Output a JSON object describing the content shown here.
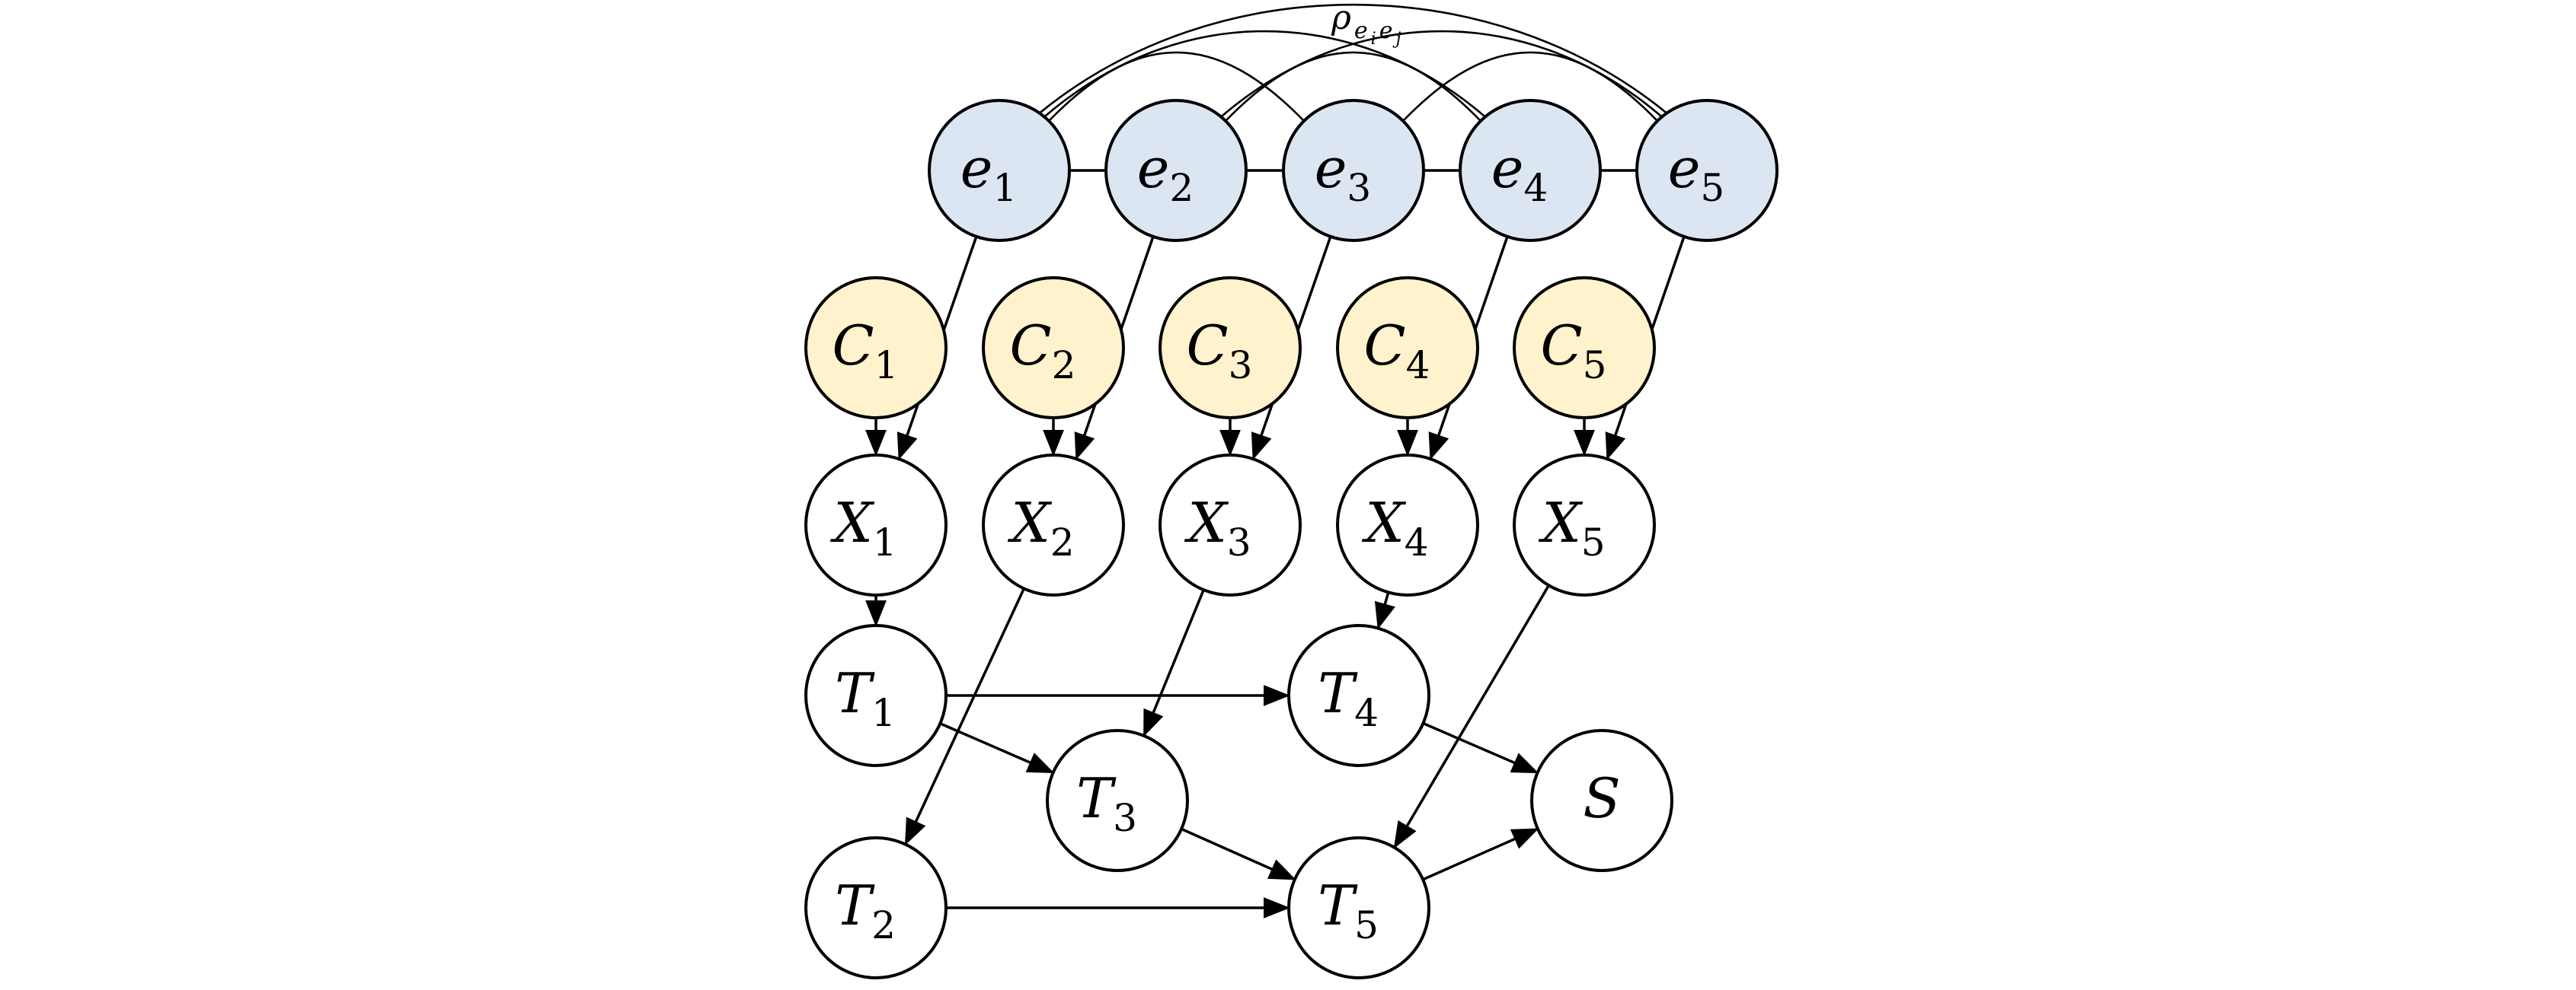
{
  "colors": {
    "error_fill": "#dce6f2",
    "cause_fill": "#fff2cc",
    "plain_fill": "#ffffff",
    "stroke": "#000000"
  },
  "correlation_label": {
    "main": "ρ",
    "sub1": "e",
    "subsub1": "i",
    "sub2": "e",
    "subsub2": "j"
  },
  "nodes": [
    {
      "id": "e1",
      "letter": "e",
      "index": "1",
      "group": "error"
    },
    {
      "id": "e2",
      "letter": "e",
      "index": "2",
      "group": "error"
    },
    {
      "id": "e3",
      "letter": "e",
      "index": "3",
      "group": "error"
    },
    {
      "id": "e4",
      "letter": "e",
      "index": "4",
      "group": "error"
    },
    {
      "id": "e5",
      "letter": "e",
      "index": "5",
      "group": "error"
    },
    {
      "id": "C1",
      "letter": "C",
      "index": "1",
      "group": "cause"
    },
    {
      "id": "C2",
      "letter": "C",
      "index": "2",
      "group": "cause"
    },
    {
      "id": "C3",
      "letter": "C",
      "index": "3",
      "group": "cause"
    },
    {
      "id": "C4",
      "letter": "C",
      "index": "4",
      "group": "cause"
    },
    {
      "id": "C5",
      "letter": "C",
      "index": "5",
      "group": "cause"
    },
    {
      "id": "X1",
      "letter": "X",
      "index": "1",
      "group": "plain"
    },
    {
      "id": "X2",
      "letter": "X",
      "index": "2",
      "group": "plain"
    },
    {
      "id": "X3",
      "letter": "X",
      "index": "3",
      "group": "plain"
    },
    {
      "id": "X4",
      "letter": "X",
      "index": "4",
      "group": "plain"
    },
    {
      "id": "X5",
      "letter": "X",
      "index": "5",
      "group": "plain"
    },
    {
      "id": "T1",
      "letter": "T",
      "index": "1",
      "group": "plain"
    },
    {
      "id": "T2",
      "letter": "T",
      "index": "2",
      "group": "plain"
    },
    {
      "id": "T3",
      "letter": "T",
      "index": "3",
      "group": "plain"
    },
    {
      "id": "T4",
      "letter": "T",
      "index": "4",
      "group": "plain"
    },
    {
      "id": "T5",
      "letter": "T",
      "index": "5",
      "group": "plain"
    },
    {
      "id": "S",
      "letter": "S",
      "index": "",
      "group": "plain"
    }
  ],
  "edges": [
    {
      "from": "C1",
      "to": "X1"
    },
    {
      "from": "C2",
      "to": "X2"
    },
    {
      "from": "C3",
      "to": "X3"
    },
    {
      "from": "C4",
      "to": "X4"
    },
    {
      "from": "C5",
      "to": "X5"
    },
    {
      "from": "e1",
      "to": "X1"
    },
    {
      "from": "e2",
      "to": "X2"
    },
    {
      "from": "e3",
      "to": "X3"
    },
    {
      "from": "e4",
      "to": "X4"
    },
    {
      "from": "e5",
      "to": "X5"
    },
    {
      "from": "X1",
      "to": "T1"
    },
    {
      "from": "X2",
      "to": "T2"
    },
    {
      "from": "X3",
      "to": "T3"
    },
    {
      "from": "X4",
      "to": "T4"
    },
    {
      "from": "X5",
      "to": "T5"
    },
    {
      "from": "T1",
      "to": "T4"
    },
    {
      "from": "T1",
      "to": "T3"
    },
    {
      "from": "T2",
      "to": "T5"
    },
    {
      "from": "T3",
      "to": "T5"
    },
    {
      "from": "T4",
      "to": "S"
    },
    {
      "from": "T5",
      "to": "S"
    }
  ],
  "correlations": [
    {
      "a": "e1",
      "b": "e2"
    },
    {
      "a": "e2",
      "b": "e3"
    },
    {
      "a": "e3",
      "b": "e4"
    },
    {
      "a": "e4",
      "b": "e5"
    },
    {
      "a": "e1",
      "b": "e3"
    },
    {
      "a": "e1",
      "b": "e4"
    },
    {
      "a": "e1",
      "b": "e5"
    },
    {
      "a": "e2",
      "b": "e4"
    },
    {
      "a": "e2",
      "b": "e5"
    },
    {
      "a": "e3",
      "b": "e5"
    }
  ]
}
